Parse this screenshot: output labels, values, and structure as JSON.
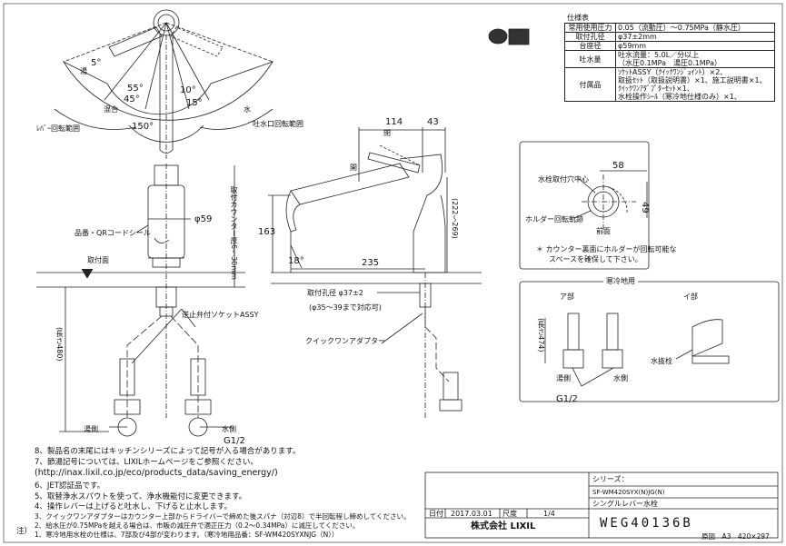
{
  "spec": {
    "title": "仕様表",
    "rows": [
      {
        "key": "常用使用圧力",
        "value": "0.05（流動圧）～0.75MPa（静水圧）"
      },
      {
        "key": "取付孔径",
        "value": "φ37±2mm"
      },
      {
        "key": "台座径",
        "value": "φ59mm"
      },
      {
        "key": "吐水量",
        "value": "吐水流量：5.0L／分以上",
        "value2": "（水圧0.1MPa　湯圧0.1MPa）"
      },
      {
        "key": "付属品",
        "value": "ｿｹｯﾄASSY（ｸｲｯｸﾜﾝｼﾞｮｲﾝﾄ）×2、",
        "value2": "取扱ｾｯﾄ（取扱説明書）×1、施工説明書×1、",
        "value3": "ｸｲｯｸﾜﾝｱﾀﾞﾌﾟﾀｰｾｯﾄ×1、",
        "value4": "水栓操作ｼｰﾙ（寒冷地仕様のみ）×1、"
      }
    ]
  },
  "top_view": {
    "label_hot": "湯",
    "label_cold": "水",
    "label_mix": "混合",
    "angle_5": "5°",
    "angle_55": "55°",
    "angle_45": "45°",
    "angle_10": "10°",
    "angle_15": "15°",
    "angle_150": "150°",
    "lever_range": "ﾚﾊﾞｰ回転範囲",
    "spout_range": "吐水口回転範囲"
  },
  "front_view": {
    "dia59": "φ59",
    "qr_label": "品番・QRコードシール",
    "mount_face": "取付面",
    "counter_label": "取付カウンター厚6～30mm",
    "length480": "(長さ480)",
    "socket_label": "逆止弁付ソケットASSY",
    "hot_side": "湯側",
    "cold_side": "水側",
    "g12": "G1/2"
  },
  "side_view": {
    "dim114": "114",
    "dim43": "43",
    "dim163": "163",
    "dim18": "18°",
    "dim235": "235",
    "dim222": "(222～269)",
    "hole_label": "取付孔径 φ37±2",
    "hole_sub": "(φ35～39まで対応可)",
    "quick_adapter": "クイックワンアダプター",
    "open": "閉",
    "open2": "開"
  },
  "holder": {
    "dim58": "58",
    "dim49": "49",
    "center_label": "水栓取付穴中心",
    "orbit_label": "ホルダー回転軌跡",
    "front_label": "前面",
    "note1": "＊ カウンター裏面にホルダーが回転可能な",
    "note2": "スペースを確保して下さい。"
  },
  "cold": {
    "title": "寒冷地用",
    "part_a": "ア部",
    "part_i": "イ部",
    "length474": "(長さ474)",
    "hot_side": "湯側",
    "cold_side": "水側",
    "g12": "G1/2",
    "drain": "水抜栓"
  },
  "notes": [
    "8、製品名の末尾にはキッチンシリーズによって記号が入る場合があります。",
    "7、節湯記号については、LIXILホームページをご参照ください。",
    "(http://inax.lixil.co.jp/eco/products_data/saving_energy/)",
    "6、JET認証品です。",
    "5、取替浄水スパウトを使って、浄水機能付に変更できます。",
    "4、操作レバーは上げると吐水し、下げると止水します。",
    "3、クイックワンアダプターはカウンター上部からドライバーで締めた後スパナ（対辺8）で半回転程し締めしてください。",
    "2、給水圧が0.75MPaを越える場合は、市販の減圧弁で適正圧力（0.2～0.34MPa）に減圧してください。",
    "1、寒冷地用水栓の仕様は、7部及び4部が変わります。（寒冷地用品番：SF-WM420SYXNJG（N））"
  ],
  "notes_label": "注）",
  "title_block": {
    "series_label": "シリーズ：",
    "model": "SF-WM420SYX(N)JG(N)",
    "name": "シングルレバー水栓",
    "date_label": "日付",
    "date": "2017.03.01",
    "scale_label": "尺度",
    "scale": "1/4",
    "company": "株式会社 LIXIL",
    "drawing_no": "WEG40136B",
    "paper": "原図　A3　420×297"
  }
}
